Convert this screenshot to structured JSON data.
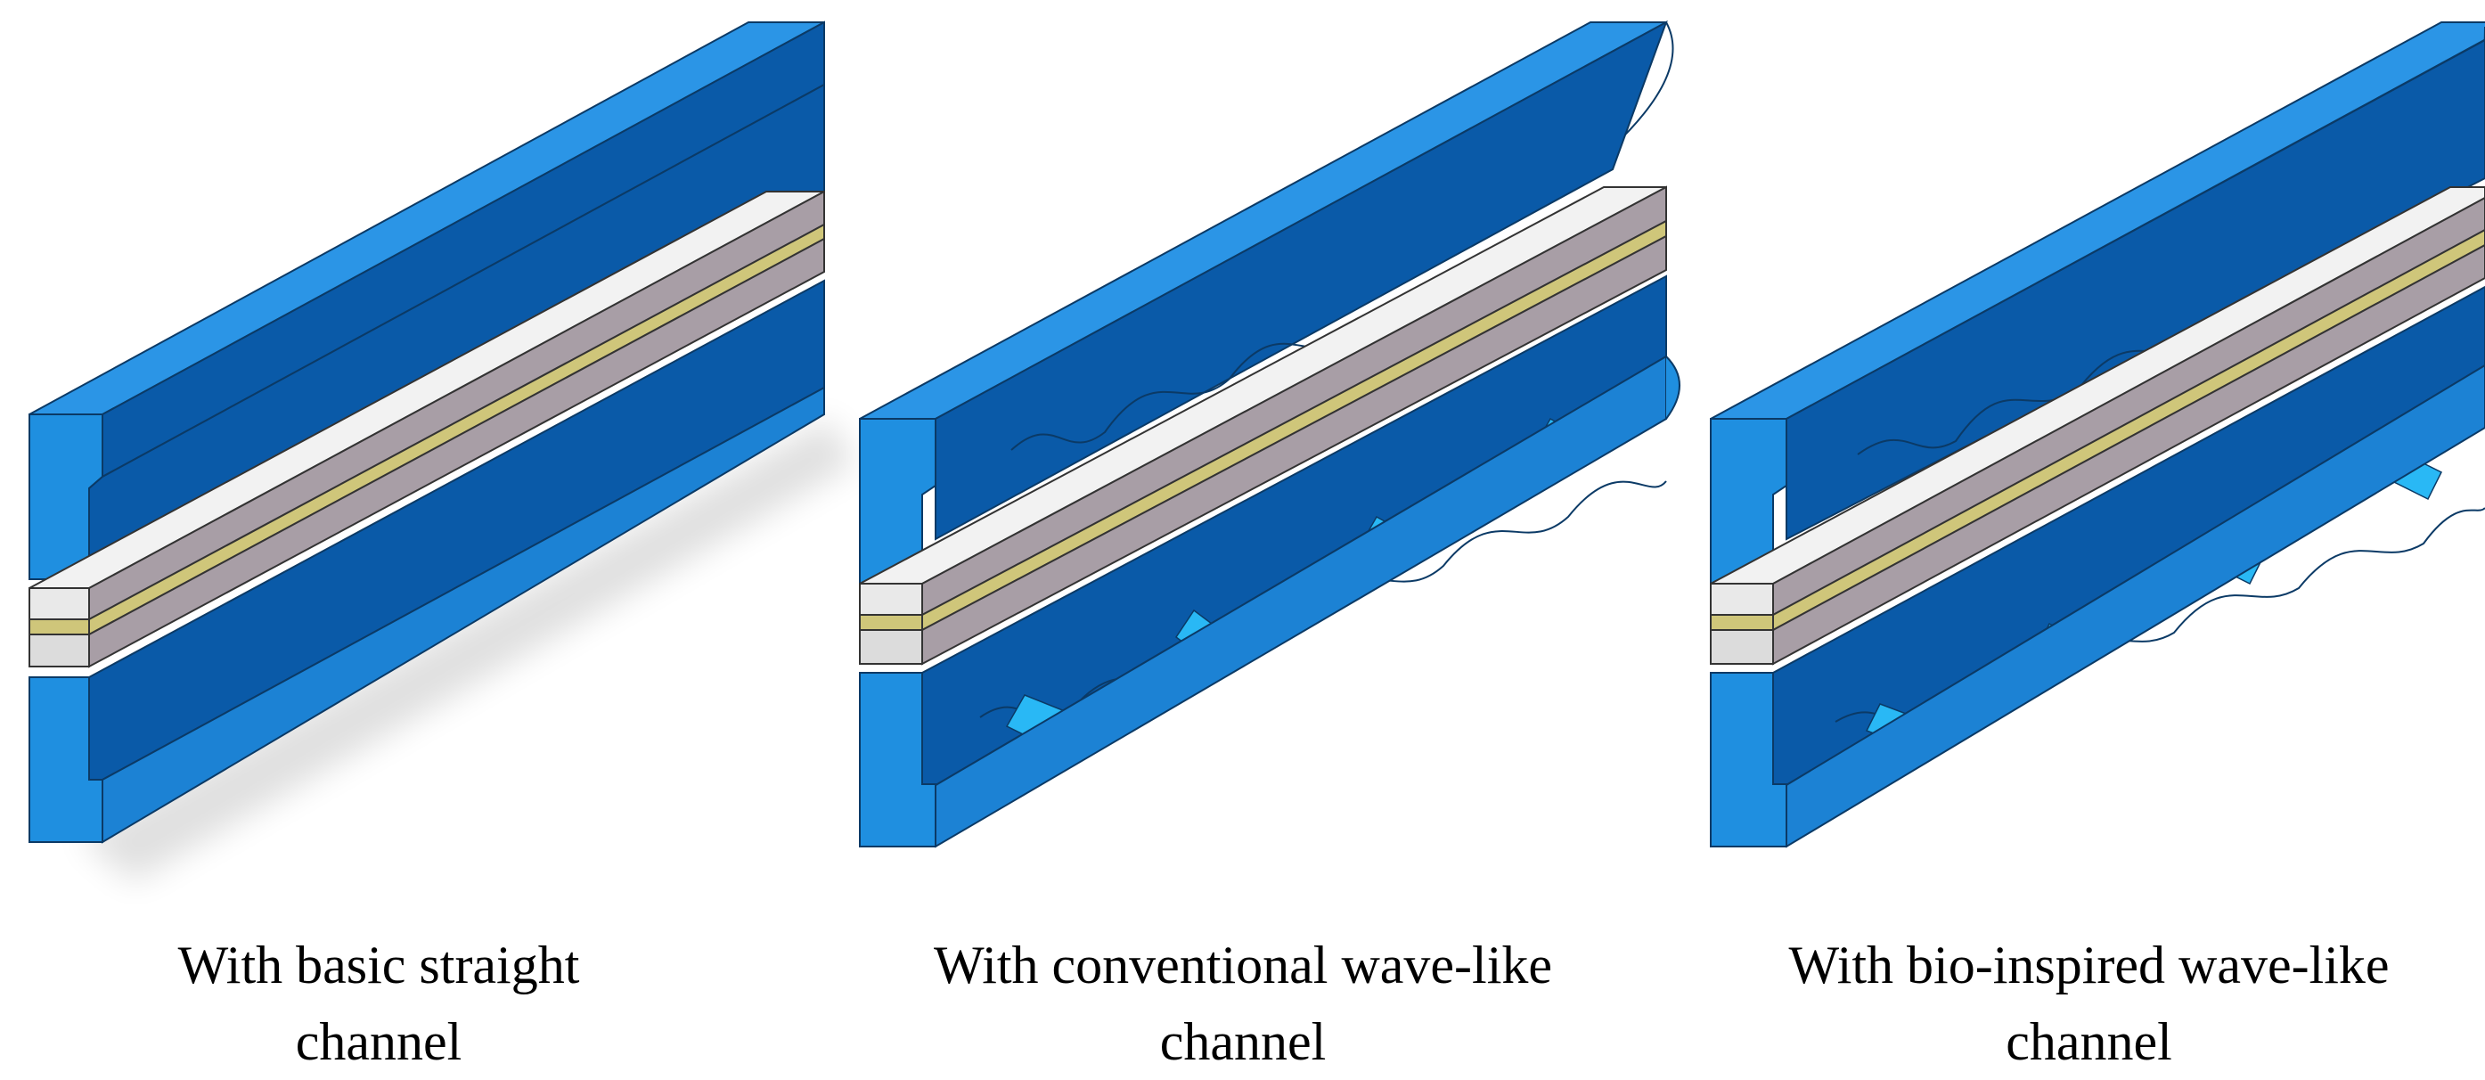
{
  "panels": [
    {
      "caption_line1": "With basic straight",
      "caption_line2": "channel",
      "channel": "straight"
    },
    {
      "caption_line1": "With conventional wave-like",
      "caption_line2": "channel",
      "channel": "conventional-wave"
    },
    {
      "caption_line1": "With bio-inspired wave-like",
      "caption_line2": "channel",
      "channel": "bio-inspired-wave"
    }
  ],
  "colors": {
    "plate_light": "#1f8fe0",
    "plate_top": "#2b95e6",
    "plate_dark": "#0a5aa8",
    "wave_face": "#29b8f5",
    "membrane_top": "#efefef",
    "membrane_side": "#a89ea6",
    "catalyst": "#cfc67a"
  }
}
